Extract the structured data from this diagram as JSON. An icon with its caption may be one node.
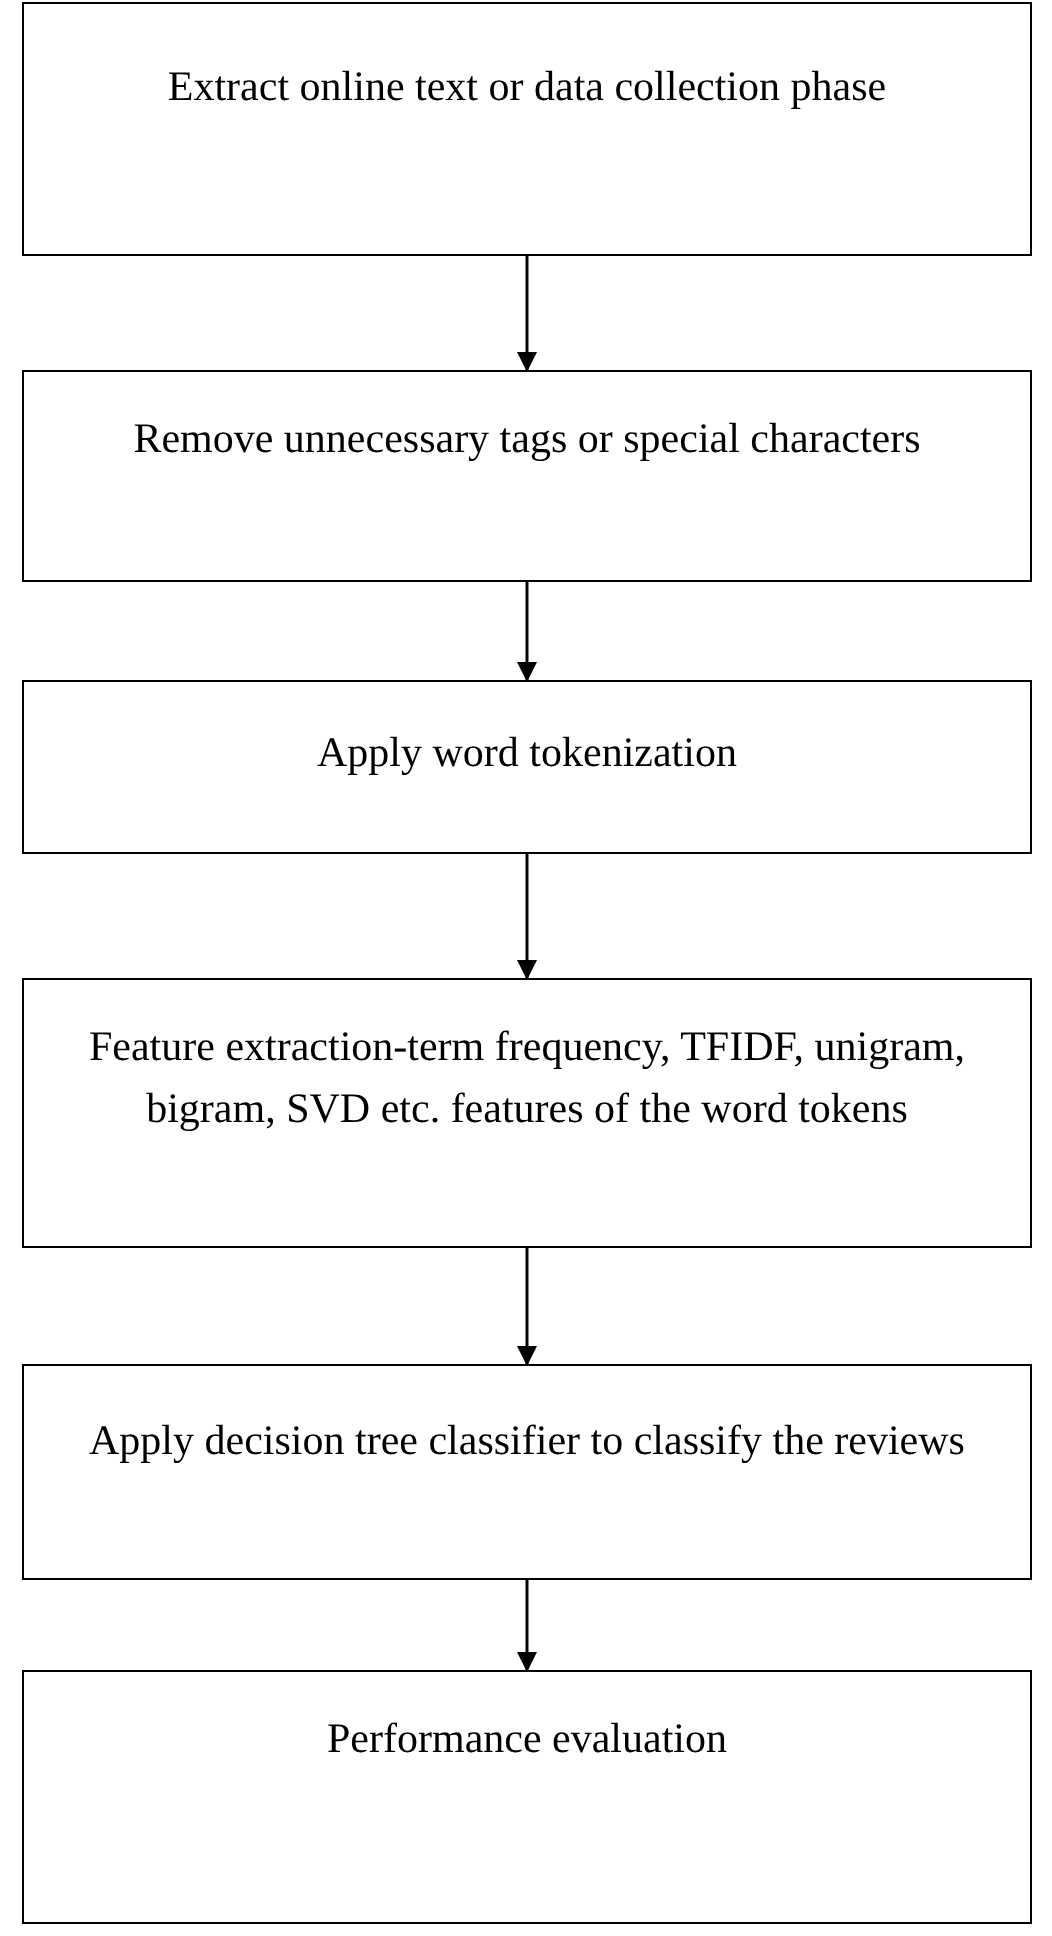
{
  "diagram": {
    "nodes": [
      {
        "text": [
          "Extract online text or data collection phase"
        ]
      },
      {
        "text": [
          "Remove unnecessary tags or special characters"
        ]
      },
      {
        "text": [
          "Apply word tokenization"
        ]
      },
      {
        "text": [
          "Feature extraction-term frequency, TFIDF, unigram, bigram, SVD etc. features of the word tokens"
        ]
      },
      {
        "text": [
          "Apply decision tree classifier to classify the reviews"
        ]
      },
      {
        "text": [
          "Performance evaluation"
        ]
      }
    ],
    "edges": [
      {
        "from": 0,
        "to": 1,
        "arrow": "to"
      },
      {
        "from": 1,
        "to": 2,
        "arrow": "to"
      },
      {
        "from": 2,
        "to": 3,
        "arrow": "to"
      },
      {
        "from": 3,
        "to": 4,
        "arrow": "to"
      },
      {
        "from": 4,
        "to": 5,
        "arrow": "to"
      }
    ]
  }
}
